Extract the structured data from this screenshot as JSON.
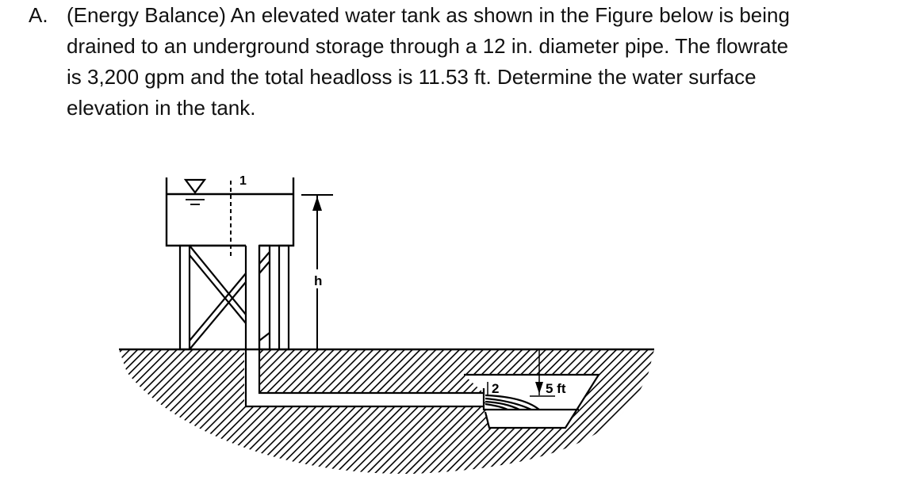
{
  "problem": {
    "label": "A.",
    "lines": [
      "(Energy Balance)  An elevated water tank as shown in the Figure below is being",
      "drained to an underground storage through a 12 in. diameter pipe.  The flowrate",
      "is 3,200 gpm and the total headloss is 11.53 ft.  Determine the water surface",
      "elevation in the tank."
    ]
  },
  "figure": {
    "point1_label": "1",
    "point2_label": "2",
    "height_label": "h",
    "depth_label": "5 ft",
    "pipe_diameter": "12 in.",
    "flowrate": "3,200 gpm",
    "headloss": "11.53 ft"
  }
}
